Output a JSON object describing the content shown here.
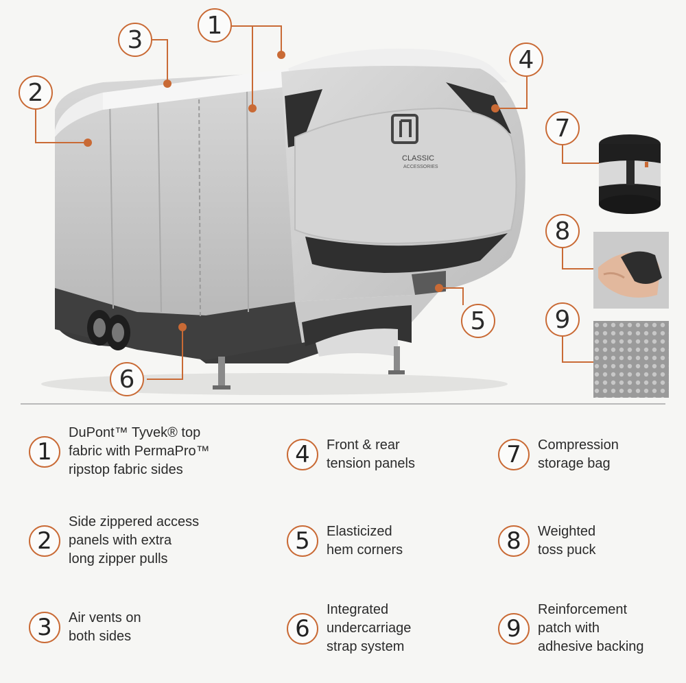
{
  "brand": {
    "name": "CLASSIC",
    "sub": "ACCESSORIES"
  },
  "callouts": [
    "1",
    "2",
    "3",
    "4",
    "5",
    "6",
    "7",
    "8",
    "9"
  ],
  "legend": [
    {
      "num": "1",
      "text": "DuPont™ Tyvek® top\nfabric with PermaPro™\nripstop fabric sides"
    },
    {
      "num": "2",
      "text": "Side zippered access\npanels with extra\nlong zipper pulls"
    },
    {
      "num": "3",
      "text": "Air vents on\nboth sides"
    },
    {
      "num": "4",
      "text": "Front & rear\ntension panels"
    },
    {
      "num": "5",
      "text": "Elasticized\nhem corners"
    },
    {
      "num": "6",
      "text": "Integrated\nundercarriage\nstrap system"
    },
    {
      "num": "7",
      "text": "Compression\nstorage bag"
    },
    {
      "num": "8",
      "text": "Weighted\ntoss puck"
    },
    {
      "num": "9",
      "text": "Reinforcement\npatch with\nadhesive backing"
    }
  ],
  "colors": {
    "accent": "#c96a35",
    "cover_light": "#cfcfcf",
    "cover_dark": "#3a3a3a",
    "roof": "#eeeeee"
  }
}
